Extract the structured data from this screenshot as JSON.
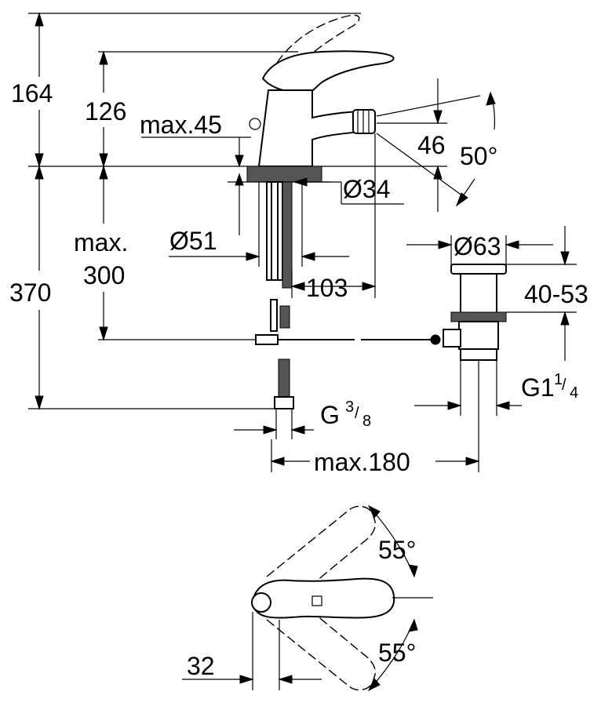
{
  "dimensions": {
    "d164": "164",
    "d126": "126",
    "max45": "max.45",
    "d46": "46",
    "a50": "50°",
    "dia34": "Ø34",
    "dia51": "Ø51",
    "max_label": "max.",
    "d300": "300",
    "d370": "370",
    "d103": "103",
    "dia63": "Ø63",
    "d40_53": "40-53",
    "g1": "G1",
    "g1_num": "1",
    "g1_den": "4",
    "g": "G",
    "g_num": "3",
    "g_den": "8",
    "max180": "max.180",
    "a55_top": "55°",
    "a55_bottom": "55°",
    "d32": "32"
  }
}
